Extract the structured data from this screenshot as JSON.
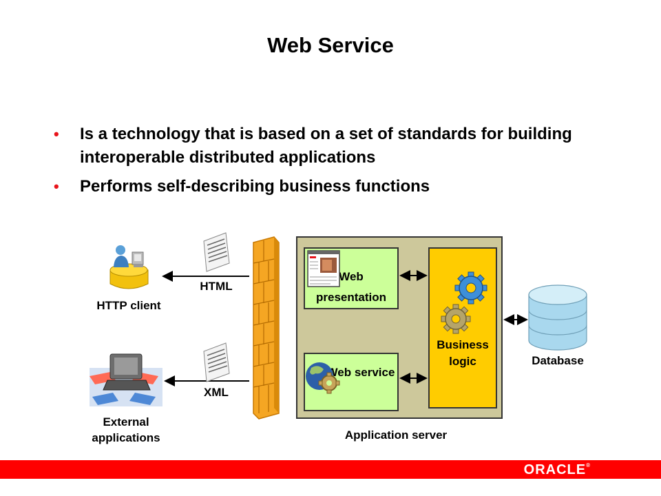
{
  "slide": {
    "title": "Web Service",
    "bullets": [
      "Is a technology that is based on a set of standards for building interoperable distributed applications",
      "Performs self-describing business functions"
    ]
  },
  "diagram": {
    "http_client_label": "HTTP client",
    "external_apps_label": "External applications",
    "html_label": "HTML",
    "xml_label": "XML",
    "web_presentation_label": "Web presentation",
    "web_service_label": "Web service",
    "business_logic_label": "Business logic",
    "database_label": "Database",
    "app_server_label": "Application server"
  },
  "footer": {
    "logo_text": "ORACLE"
  },
  "colors": {
    "bullet_red": "#e8141b",
    "footer_red": "#ff0000",
    "firewall_orange": "#f5a623",
    "app_server_bg": "#cdc89b",
    "web_box_green": "#ccff99",
    "business_logic_yellow": "#ffcc00",
    "database_blue": "#a9d8ee"
  },
  "icons": [
    "person-computer-icon",
    "document-icon",
    "firewall-icon",
    "browser-window-icon",
    "globe-gear-icon",
    "gears-icon",
    "database-icon",
    "network-computer-icon"
  ]
}
